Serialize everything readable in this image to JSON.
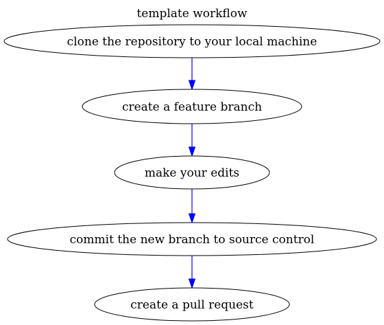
{
  "diagram": {
    "title": "template workflow",
    "nodes": [
      {
        "id": "clone",
        "label": "clone the repository to your local machine"
      },
      {
        "id": "branch",
        "label": "create a feature branch"
      },
      {
        "id": "edits",
        "label": "make your edits"
      },
      {
        "id": "commit",
        "label": "commit the new branch to source control"
      },
      {
        "id": "pr",
        "label": "create a pull request"
      }
    ],
    "edges": [
      {
        "from": "clone",
        "to": "branch"
      },
      {
        "from": "branch",
        "to": "edits"
      },
      {
        "from": "edits",
        "to": "commit"
      },
      {
        "from": "commit",
        "to": "pr"
      }
    ],
    "colors": {
      "edge": "#0000ff",
      "node_border": "#000000",
      "background": "#ffffff"
    }
  }
}
